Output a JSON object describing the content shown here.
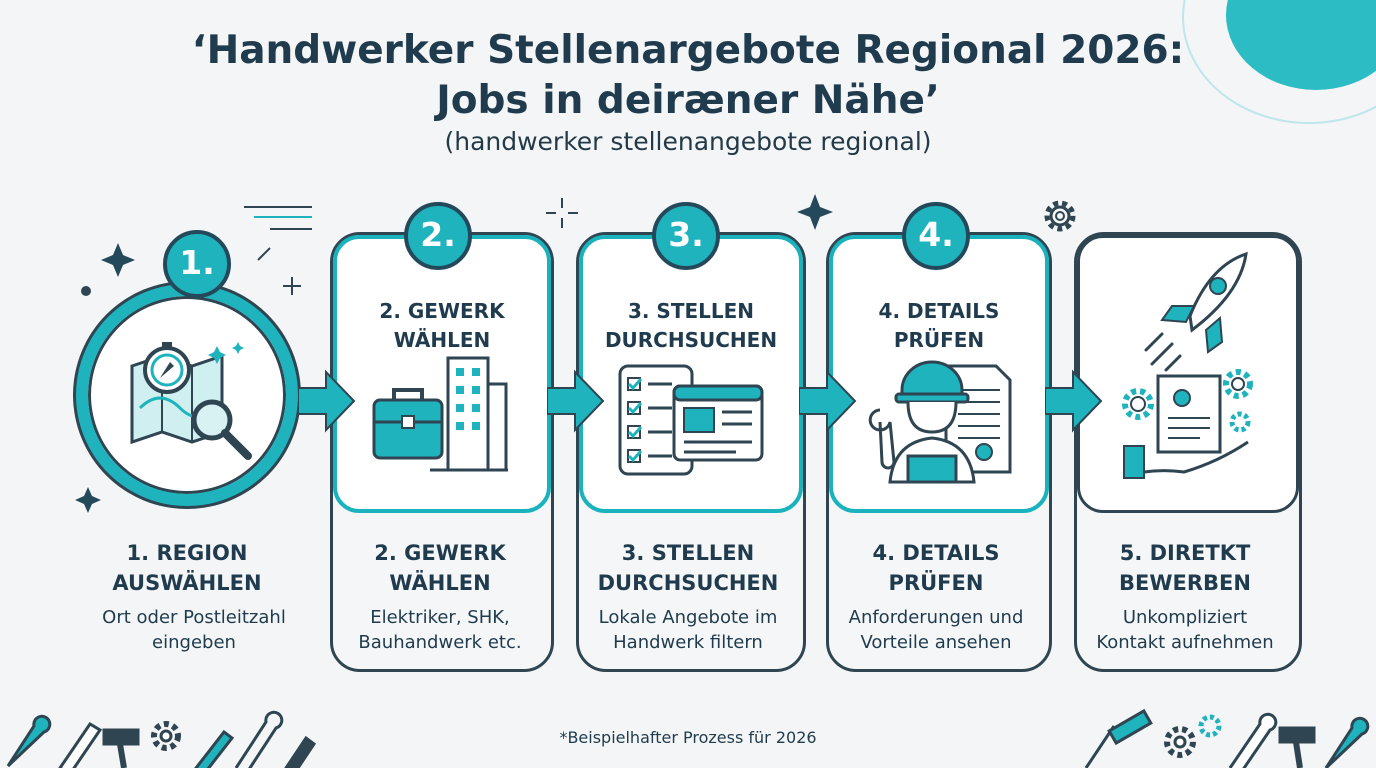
{
  "header": {
    "title_line1": "‘Handwerker Stellenargebote Regional 2026:",
    "title_line2": "Jobs in deiræner Nähe’",
    "subtitle": "(handwerker stellenangebote regional)"
  },
  "steps": [
    {
      "badge": "1.",
      "title": "1. REGION\nAUSWÄHLEN",
      "desc": "Ort oder Postleitzahl\neingeben",
      "icon": "map-compass-magnifier-icon"
    },
    {
      "badge": "2.",
      "card_title": "2. GEWERK\nWÄHLEN",
      "title": "2. GEWERK\nWÄHLEN",
      "desc": "Elektriker, SHK,\nBauhandwerk etc.",
      "icon": "toolbox-building-icon"
    },
    {
      "badge": "3.",
      "card_title": "3. STELLEN\nDURCHSUCHEN",
      "title": "3. STELLEN\nDURCHSUCHEN",
      "desc": "Lokale Angebote im\nHandwerk filtern",
      "icon": "checklist-browser-icon"
    },
    {
      "badge": "4.",
      "card_title": "4. DETAILS\nPRÜFEN",
      "title": "4. DETAILS\nPRÜFEN",
      "desc": "Anforderungen und\nVorteile ansehen",
      "icon": "worker-document-icon"
    },
    {
      "badge": "",
      "title": "5. DIRETKT\nBEWERBEN",
      "desc": "Unkompliziert\nKontakt aufnehmen",
      "icon": "rocket-resume-hand-icon"
    }
  ],
  "footnote": "*Beispielhafter Prozess für 2026",
  "colors": {
    "teal": "#1eb3bd",
    "navy": "#1f3b4d",
    "outline": "#2f4552",
    "background": "#f3f5f6"
  }
}
